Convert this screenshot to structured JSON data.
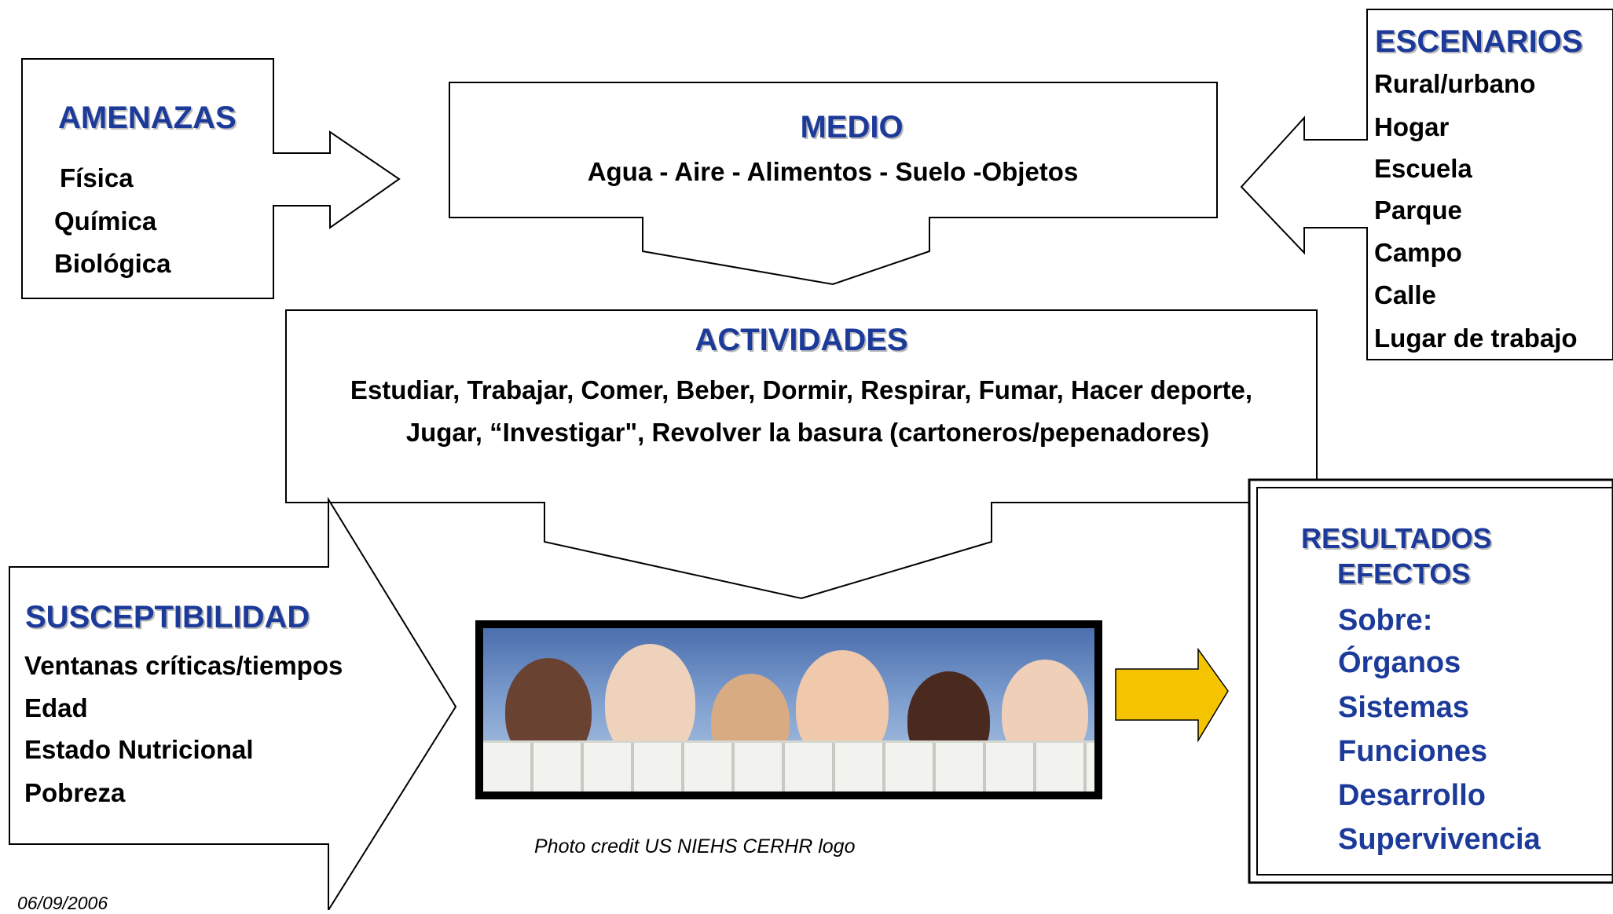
{
  "amenazas": {
    "title": "AMENAZAS",
    "items": [
      "Física",
      "Química",
      "Biológica"
    ]
  },
  "medio": {
    "title": "MEDIO",
    "items": "Agua - Aire - Alimentos - Suelo -Objetos"
  },
  "escenarios": {
    "title": "ESCENARIOS",
    "items": [
      "Rural/urbano",
      "Hogar",
      "Escuela",
      "Parque",
      "Campo",
      "Calle",
      "Lugar de trabajo"
    ]
  },
  "actividades": {
    "title": "ACTIVIDADES",
    "line1": "Estudiar, Trabajar, Comer, Beber, Dormir, Respirar, Fumar, Hacer deporte,",
    "line2": "Jugar, “Investigar\", Revolver la basura (cartoneros/pepenadores)"
  },
  "susceptibilidad": {
    "title": "SUSCEPTIBILIDAD",
    "items": [
      "Ventanas críticas/tiempos",
      "Edad",
      "Estado Nutricional",
      "Pobreza"
    ]
  },
  "resultados": {
    "title1": "RESULTADOS",
    "title2": "EFECTOS",
    "items": [
      "Sobre:",
      "Órganos",
      "Sistemas",
      "Funciones",
      "Desarrollo",
      "Supervivencia"
    ]
  },
  "photo_credit": "Photo credit US NIEHS CERHR logo",
  "date": "06/09/2006",
  "colors": {
    "heading": "#1c3a9a",
    "arrow_fill": "#f5c400"
  }
}
